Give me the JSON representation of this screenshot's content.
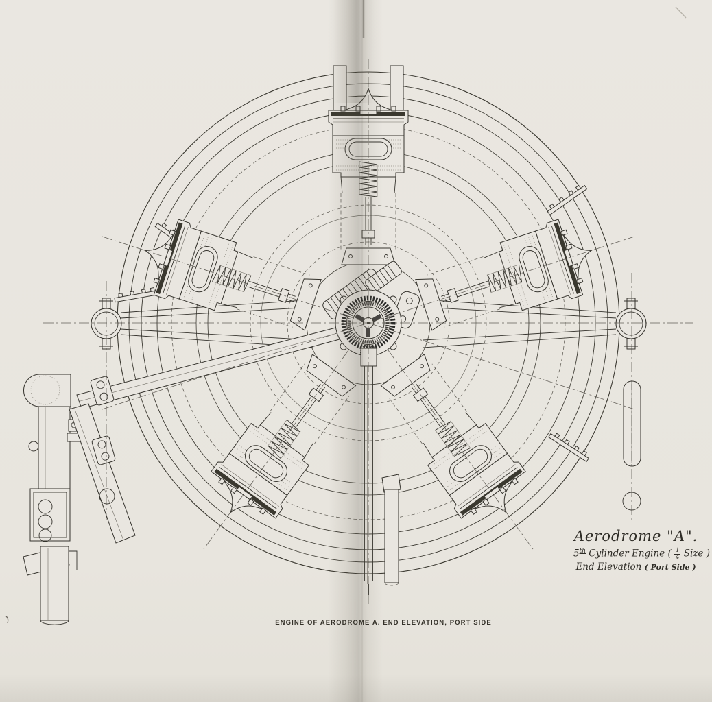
{
  "figure": {
    "annotation": {
      "line1": "Aerodrome \"A\".",
      "line2_prefix": "5",
      "line2_sup": "th",
      "line2_a": " Cylinder Engine ( ",
      "line2_frac_num": "1",
      "line2_frac_den": "4",
      "line2_b": " Size )",
      "line3_a": "End Elevation ",
      "line3_b": "( Port Side )"
    },
    "caption": "ENGINE OF AERODROME A.  END ELEVATION, PORT SIDE"
  },
  "colors": {
    "paper": "#e9e6e0",
    "ink": "#35332d",
    "fold": "#8f897c"
  }
}
